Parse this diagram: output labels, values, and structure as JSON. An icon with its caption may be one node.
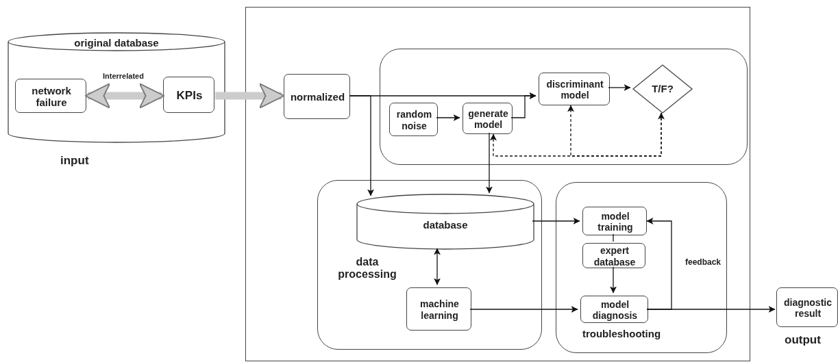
{
  "diagram": {
    "nodes": [
      {
        "text": [
          "original database"
        ],
        "beside": [
          "input"
        ]
      },
      {
        "text": [
          "network failure"
        ],
        "in": 0
      },
      {
        "text": [
          "KPIs"
        ],
        "in": 0
      },
      {
        "text": [],
        "shape": "box"
      },
      {
        "text": [
          "normalized"
        ],
        "in": 3
      },
      {
        "text": [],
        "shape": "box",
        "in": 3
      },
      {
        "text": [
          "random noise"
        ],
        "in": 5
      },
      {
        "text": [
          "generate model"
        ],
        "in": 5
      },
      {
        "text": [
          "discriminant model"
        ],
        "in": 5
      },
      {
        "text": [
          "T/F?"
        ],
        "in": 5
      },
      {
        "text": [
          "data processing"
        ],
        "in": 3
      },
      {
        "text": [
          "database"
        ],
        "in": 10
      },
      {
        "text": [
          "machine learning"
        ],
        "in": 10
      },
      {
        "text": [
          "troubleshooting"
        ],
        "in": 3
      },
      {
        "text": [
          "model training"
        ],
        "in": 13
      },
      {
        "text": [
          "expert database"
        ],
        "in": 13
      },
      {
        "text": [
          "model diagnosis"
        ],
        "in": 13
      },
      {
        "text": [
          "diagnostic result"
        ],
        "beside": [
          "output"
        ]
      }
    ],
    "edges": [
      {
        "from": 1,
        "to": 2,
        "arrow": "both",
        "label": "Interrelated",
        "style": "thick",
        "color": "#cccccc"
      },
      {
        "from": 2,
        "to": 4,
        "arrow": "to",
        "style": "thick",
        "color": "#cccccc"
      },
      {
        "from": 4,
        "to": 8,
        "arrow": "to"
      },
      {
        "from": 4,
        "to": 11,
        "arrow": "to"
      },
      {
        "from": 6,
        "to": 7,
        "arrow": "to"
      },
      {
        "from": 7,
        "to": 8,
        "arrow": "to"
      },
      {
        "from": 8,
        "to": 9,
        "arrow": "to"
      },
      {
        "from": 7,
        "to": 9,
        "arrow": "both",
        "style": "dashed"
      },
      {
        "from": 9,
        "to": 8,
        "arrow": "to",
        "style": "dashed"
      },
      {
        "from": 7,
        "to": 11,
        "arrow": "to"
      },
      {
        "from": 11,
        "to": 14,
        "arrow": "to"
      },
      {
        "from": 14,
        "to": 15,
        "arrow": "none"
      },
      {
        "from": 15,
        "to": 16,
        "arrow": "to"
      },
      {
        "from": 11,
        "to": 12,
        "arrow": "both"
      },
      {
        "from": 12,
        "to": 16,
        "arrow": "to"
      },
      {
        "from": 16,
        "to": 17,
        "arrow": "to"
      },
      {
        "from": 16,
        "to": 14,
        "arrow": "to",
        "label": "feedback"
      }
    ]
  }
}
